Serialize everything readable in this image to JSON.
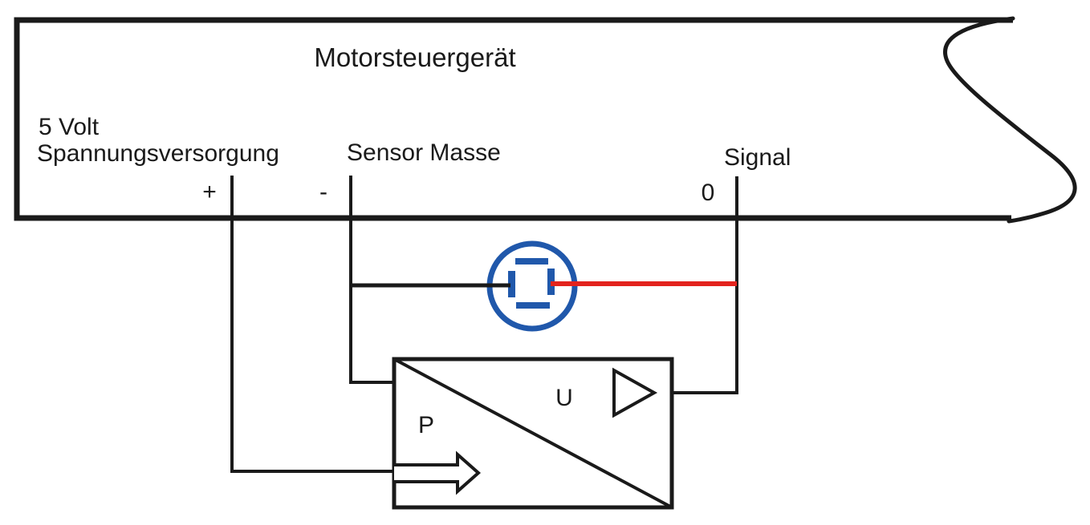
{
  "diagram": {
    "title": "Motorsteuergerät",
    "supply": {
      "line1": "5 Volt",
      "line2": "Spannungsversorgung",
      "terminal": "+"
    },
    "ground": {
      "label": "Sensor Masse",
      "terminal": "-"
    },
    "signal": {
      "label": "Signal",
      "terminal": "0"
    },
    "sensor": {
      "pressure": "P",
      "voltage": "U"
    },
    "colors": {
      "line": "#1a1a1a",
      "connector_blue": "#2058ab",
      "signal_red": "#e3231d",
      "background": "#ffffff"
    }
  }
}
